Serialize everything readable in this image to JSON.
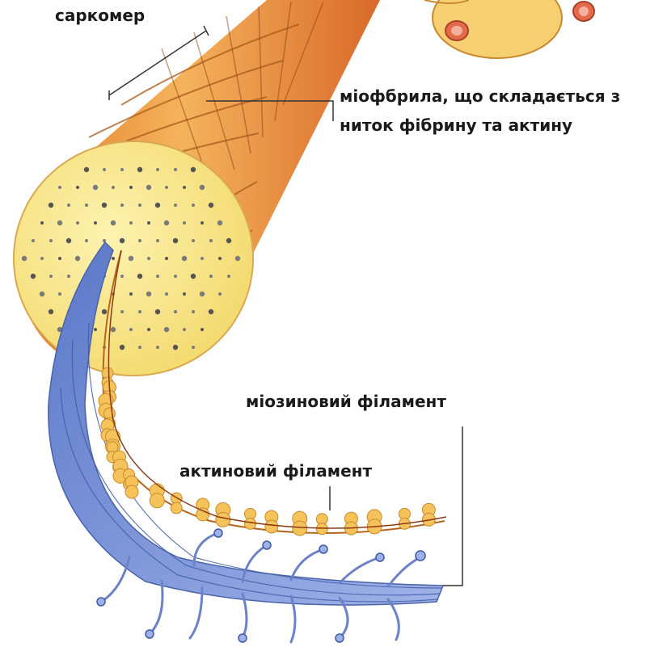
{
  "labels": {
    "sarcomere": "саркомер",
    "myofibril_line1": "міофбрила, що складається з",
    "myofibril_line2": "ниток фібрину та актину",
    "myosin_filament": "міозиновий філамент",
    "actin_filament": "актиновий філамент"
  },
  "colors": {
    "fiber_orange": "#f0a24a",
    "fiber_dark": "#d9782a",
    "cross_section": "#fbe98a",
    "dots": "#555555",
    "myosin_blue": "#7d96d6",
    "actin_bead": "#f5c35a"
  }
}
